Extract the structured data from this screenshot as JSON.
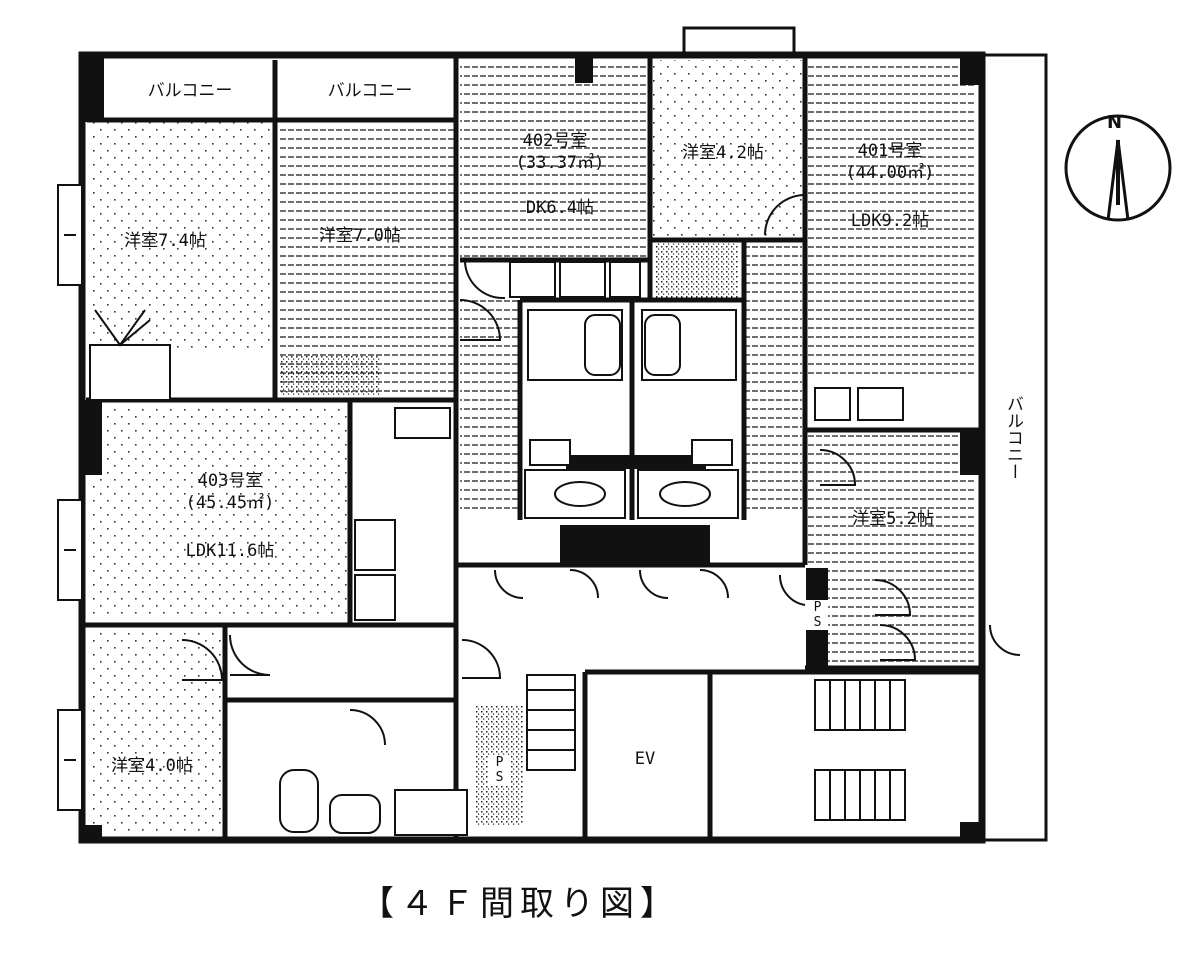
{
  "caption": "【４Ｆ間取り図】",
  "compass": {
    "north": "N"
  },
  "units": {
    "u402": {
      "name": "402号室",
      "area": "(33.37㎡)",
      "dk": "DK6.4帖",
      "room": "洋室4.2帖"
    },
    "u401": {
      "name": "401号室",
      "area": "(44.00㎡)",
      "ldk": "LDK9.2帖",
      "room": "洋室5.2帖"
    },
    "u403": {
      "name": "403号室",
      "area": "(45.45㎡)",
      "ldk": "LDK11.6帖",
      "room_a": "洋室7.4帖",
      "room_b": "洋室7.0帖",
      "room_c": "洋室4.0帖"
    }
  },
  "balconies": {
    "top_left": "バルコニー",
    "top_mid": "バルコニー",
    "right": "バルコニー"
  },
  "facilities": {
    "elevator": "EV",
    "ps": "PS",
    "ps2": "PS"
  }
}
